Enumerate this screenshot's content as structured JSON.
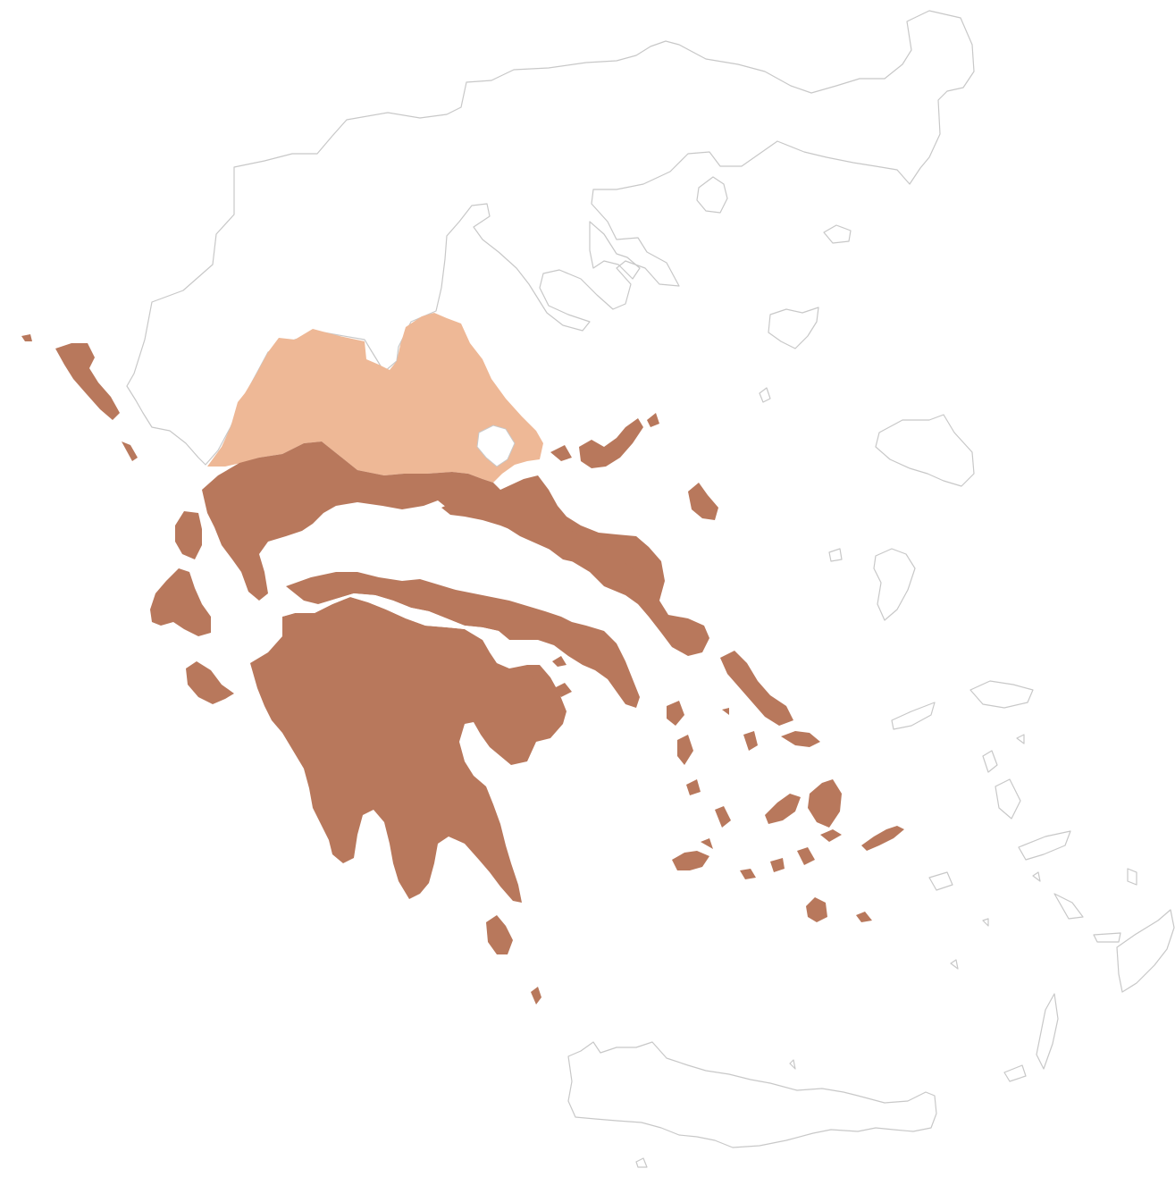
{
  "map": {
    "colors": {
      "background": "#ffffff",
      "outline": "#c8c8c8",
      "highlight_dark": "#b8785c",
      "highlight_light": "#eeb896"
    },
    "regions": [
      {
        "key": "central-greece-and-peloponnese",
        "fill_role": "highlight_dark"
      },
      {
        "key": "thessaly",
        "fill_role": "highlight_light"
      },
      {
        "key": "mainland-unshaded",
        "fill_role": "none"
      }
    ]
  }
}
